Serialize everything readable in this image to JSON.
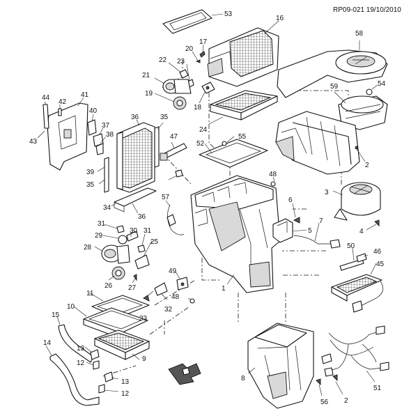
{
  "header": {
    "ref": "RP09-021 19/10/2010"
  },
  "parts": [
    "53",
    "16",
    "58",
    "17",
    "20",
    "22",
    "23",
    "21",
    "19",
    "18",
    "54",
    "59",
    "44",
    "42",
    "41",
    "40",
    "37",
    "38",
    "43",
    "36",
    "35",
    "47",
    "24",
    "55",
    "52",
    "2",
    "48",
    "39",
    "35",
    "3",
    "34",
    "36",
    "57",
    "6",
    "4",
    "31",
    "30",
    "29",
    "31",
    "28",
    "25",
    "5",
    "7",
    "50",
    "46",
    "45",
    "26",
    "27",
    "49",
    "1",
    "11",
    "10",
    "33",
    "48",
    "32",
    "15",
    "14",
    "13",
    "12",
    "9",
    "13",
    "12",
    "8",
    "56",
    "2",
    "51"
  ]
}
